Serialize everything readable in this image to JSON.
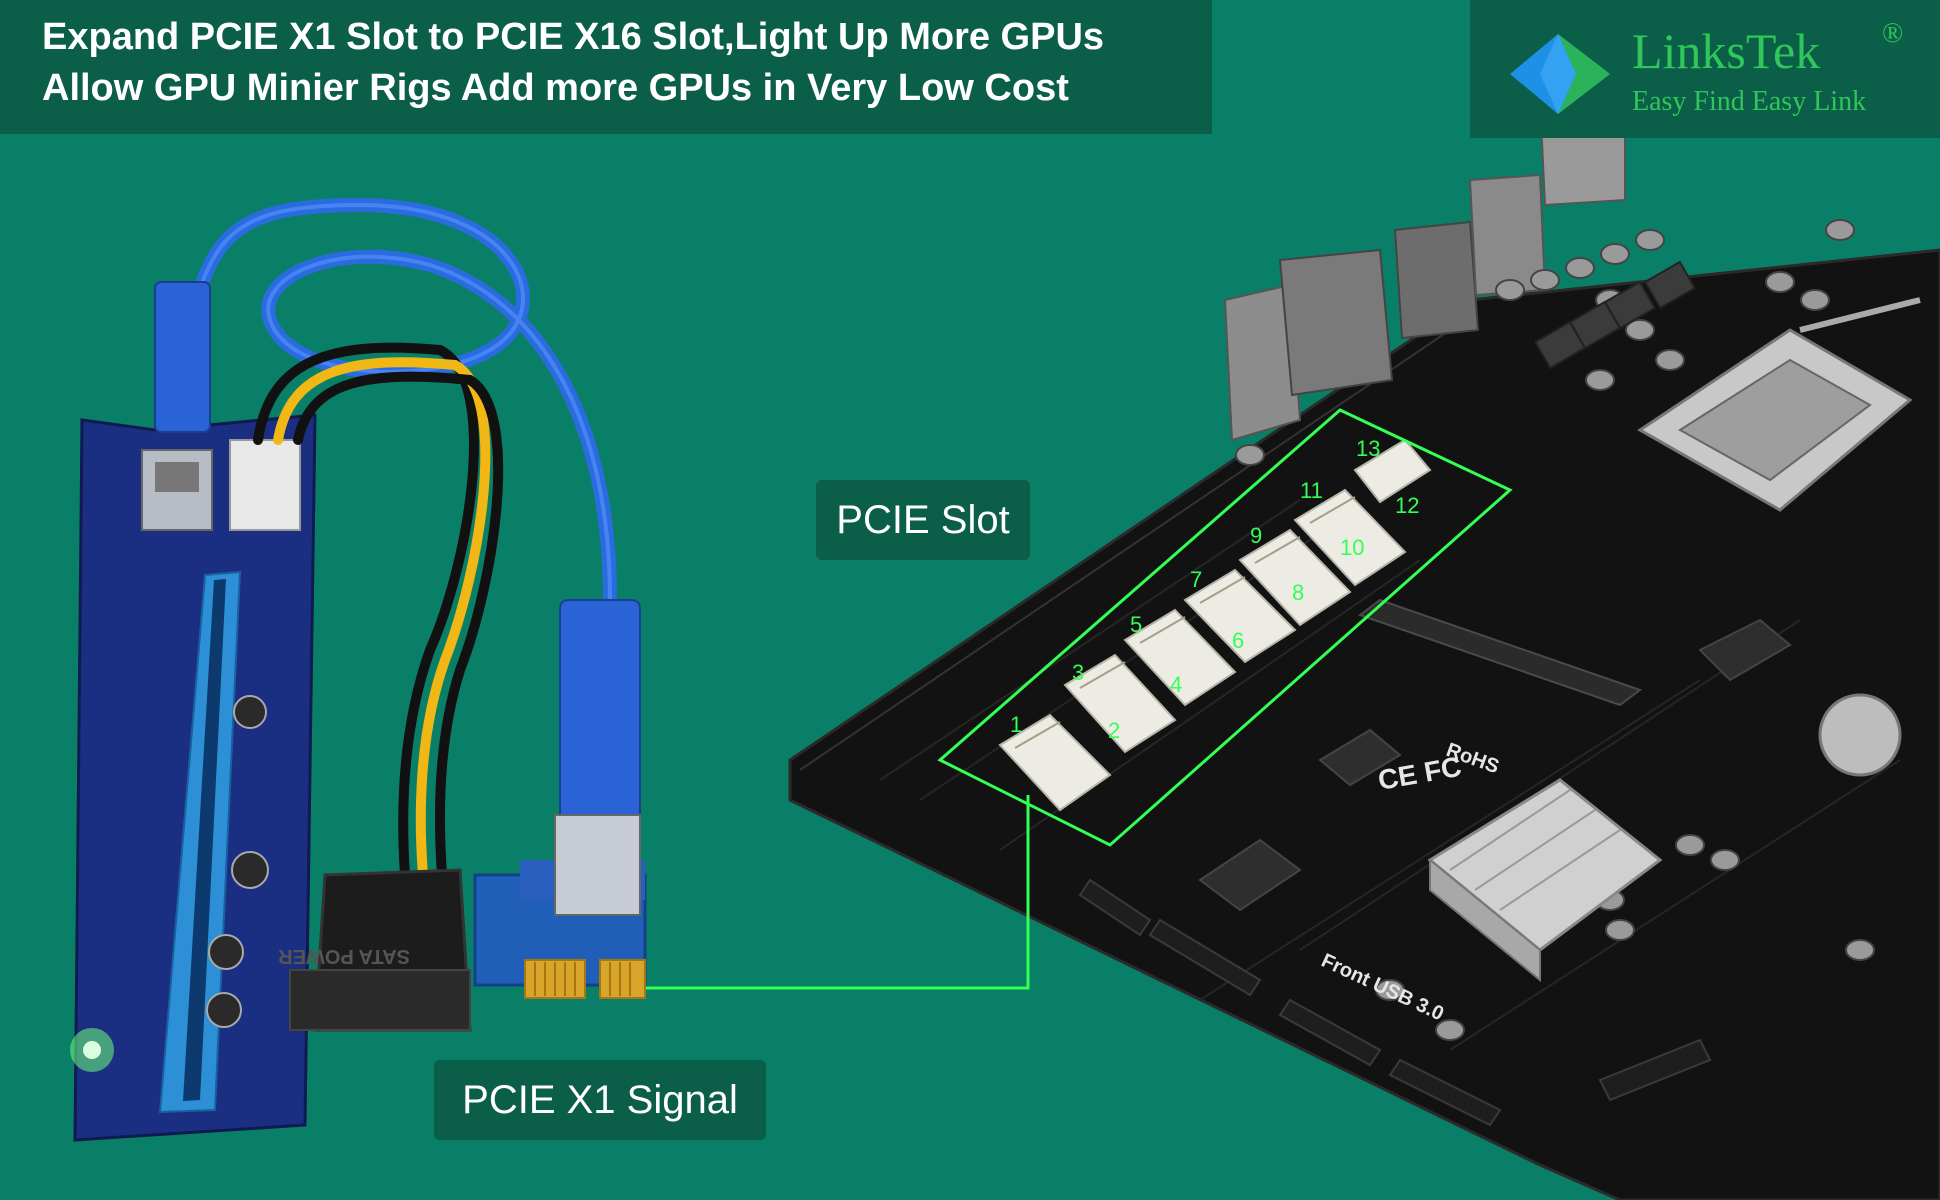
{
  "headline": {
    "line1": "Expand PCIE X1 Slot to PCIE X16 Slot,Light Up More GPUs",
    "line2": "Allow GPU Minier Rigs Add more GPUs in Very Low Cost"
  },
  "brand": {
    "name": "LinksTek",
    "registered": "®",
    "tagline": "Easy Find Easy Link"
  },
  "callouts": {
    "pcie_slot": "PCIE Slot",
    "pcie_x1_signal": "PCIE X1 Signal"
  },
  "slot_numbers": [
    "1",
    "2",
    "3",
    "4",
    "5",
    "6",
    "7",
    "8",
    "9",
    "10",
    "11",
    "12",
    "13"
  ],
  "colors": {
    "background": "#0a7f68",
    "banner": "#0b5e47",
    "highlight": "#33ff55",
    "brand_green": "#30c65a",
    "brand_blue": "#1e90e6"
  }
}
